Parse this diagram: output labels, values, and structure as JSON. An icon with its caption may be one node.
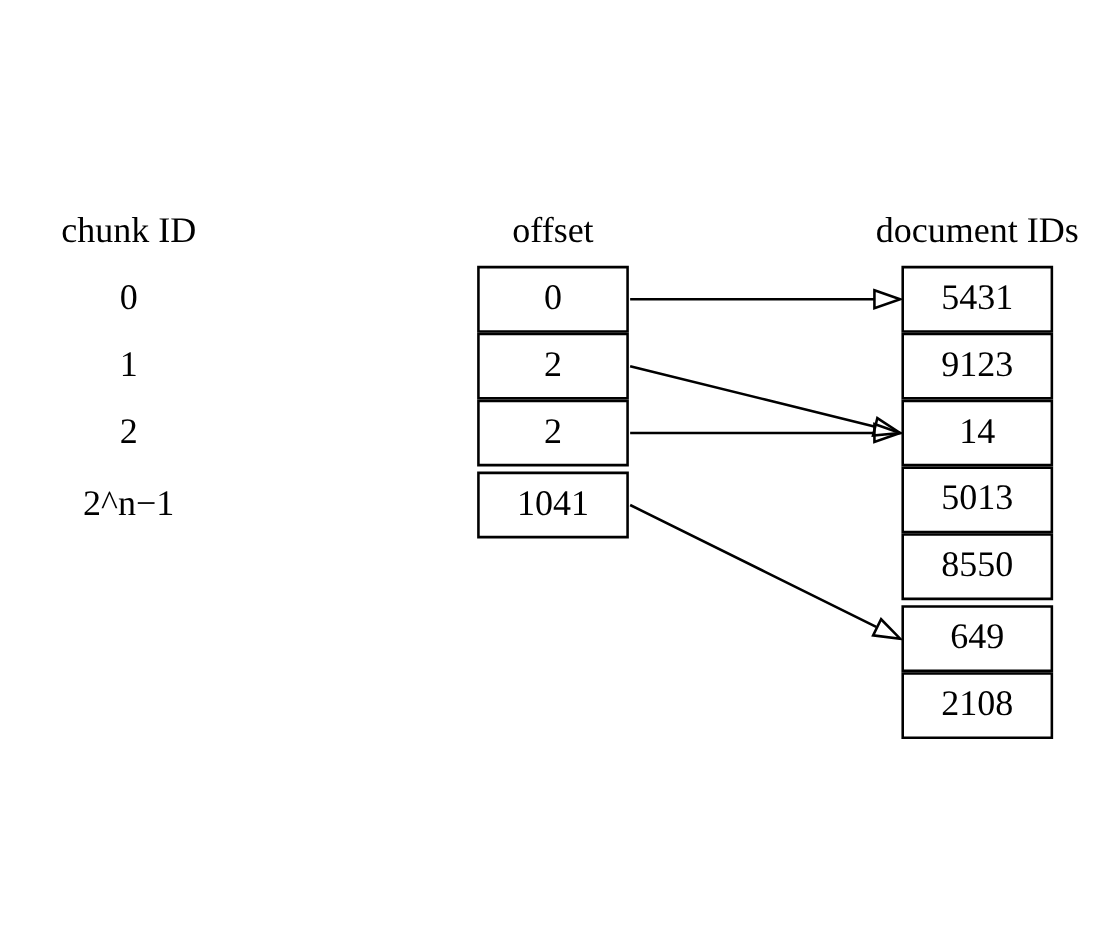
{
  "diagram": {
    "nodes": [
      {
        "text": [
          "0"
        ]
      },
      {
        "text": [
          "2"
        ]
      },
      {
        "text": [
          "2"
        ]
      },
      {
        "text": [
          "1041"
        ]
      },
      {
        "text": [
          "5431"
        ]
      },
      {
        "text": [
          "9123"
        ]
      },
      {
        "text": [
          "14"
        ]
      },
      {
        "text": [
          "5013"
        ]
      },
      {
        "text": [
          "8550"
        ]
      },
      {
        "text": [
          "649"
        ]
      },
      {
        "text": [
          "2108"
        ]
      }
    ],
    "edges": [
      {
        "from": 0,
        "to": 4,
        "arrow": "to"
      },
      {
        "from": 1,
        "to": 6,
        "arrow": "to"
      },
      {
        "from": 2,
        "to": 6,
        "arrow": "to"
      },
      {
        "from": 3,
        "to": 9,
        "arrow": "to"
      }
    ],
    "labels": [
      "chunk ID",
      "offset",
      "document IDs",
      "0",
      "1",
      "2",
      "2^n−1"
    ]
  }
}
